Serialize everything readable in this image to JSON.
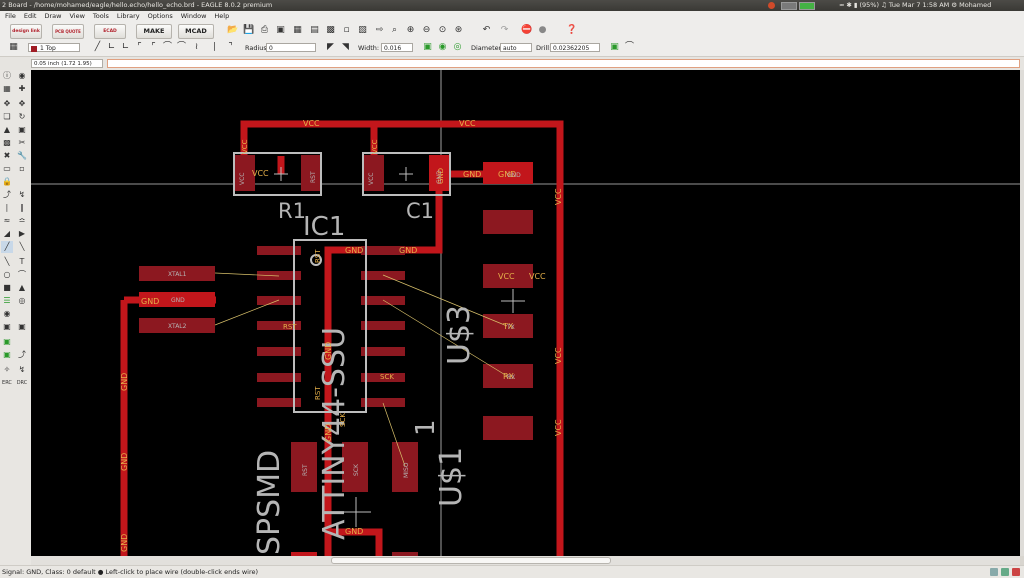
{
  "window": {
    "title": "2 Board - /home/mohamed/eagle/hello.echo/hello_echo.brd - EAGLE 8.0.2 premium"
  },
  "system_tray": {
    "badge": "",
    "battery": "(95%)",
    "datetime": "Tue Mar 7 1:58 AM",
    "user": "Mohamed"
  },
  "menu": [
    "File",
    "Edit",
    "Draw",
    "View",
    "Tools",
    "Library",
    "Options",
    "Window",
    "Help"
  ],
  "toolbar": {
    "make_label": "MAKE",
    "mcad_label": "MCAD",
    "button_labels": [
      "design link",
      "PCB QUOTE",
      "ECAD"
    ]
  },
  "params": {
    "layer": "1 Top",
    "radius_label": "Radius:",
    "radius_value": "0",
    "width_label": "Width:",
    "width_value": "0.016",
    "diameter_label": "Diameter:",
    "diameter_value": "auto",
    "drill_label": "Drill:",
    "drill_value": "0.02362205"
  },
  "coordinate_readout": "0.05 inch (1.72 1.95)",
  "status": {
    "text": "Signal: GND, Class: 0 default  ● Left-click to place wire (double-click ends wire)"
  },
  "board": {
    "net_labels": {
      "vcc": "VCC",
      "gnd": "GND",
      "rst": "RST",
      "sck": "SCK",
      "miso": "MISO",
      "xtal1": "XTAL1",
      "xtal2": "XTAL2",
      "tx": "TX",
      "rx": "RX"
    },
    "part_names": {
      "r1": "R1",
      "c1": "C1",
      "ic1": "IC1",
      "u3": "U$3",
      "u1": "U$1",
      "attiny": "ATTINY44-SSU",
      "spsmd": "SPSMD",
      "pin1": "1"
    },
    "colors": {
      "background": "#000000",
      "copper": "#c2161b",
      "copper_light": "#d62020",
      "pad": "#8c1820",
      "outline": "#bdbdbd",
      "crosshair": "#c8c8c8",
      "text": "#e6b04a",
      "ratsnest": "#d8c06a"
    }
  }
}
